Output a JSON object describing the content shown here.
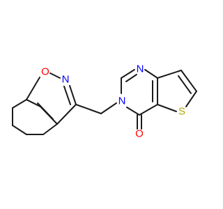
{
  "structure": {
    "atoms": {
      "O_isoxazole": {
        "symbol": "O",
        "color": "#ff0000"
      },
      "N_isoxazole": {
        "symbol": "N",
        "color": "#0000ff"
      },
      "N_pyrimidine_top": {
        "symbol": "N",
        "color": "#0000ff"
      },
      "N_pyrimidine_sub": {
        "symbol": "N",
        "color": "#0000ff"
      },
      "S_thiophene": {
        "symbol": "S",
        "color": "#b2a700"
      },
      "O_carbonyl": {
        "symbol": "O",
        "color": "#ff0000"
      }
    },
    "bond_color": "#1a1a1a"
  }
}
